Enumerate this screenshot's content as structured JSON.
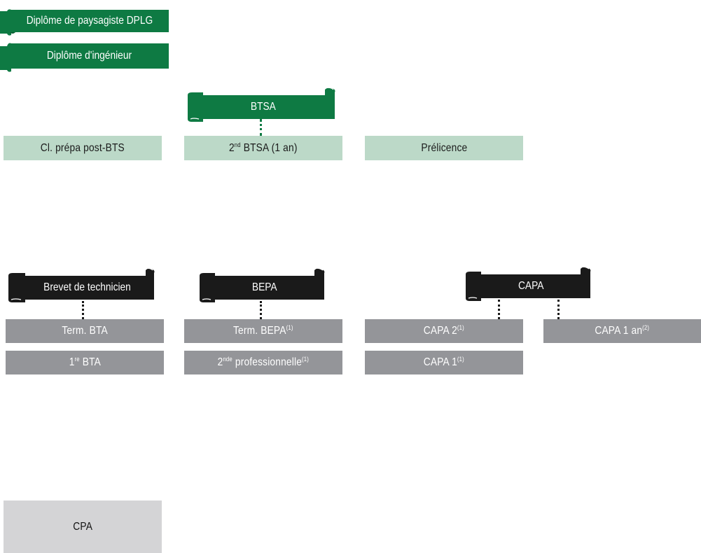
{
  "top_diplomas": [
    {
      "label": "Diplôme de paysagiste DPLG"
    },
    {
      "label": "Diplôme d'ingénieur"
    }
  ],
  "btsa": {
    "label": "BTSA"
  },
  "post_bts": [
    {
      "label": "Cl. prépa post-BTS"
    },
    {
      "label_pre": "2",
      "label_sup": "nd",
      "label_post": " BTSA (1 an)"
    },
    {
      "label": "Prélicence"
    }
  ],
  "diplomas_mid": [
    {
      "label": "Brevet de technicien"
    },
    {
      "label": "BEPA"
    },
    {
      "label": "CAPA"
    }
  ],
  "classes": {
    "term_bta": "Term. BTA",
    "first_bta_pre": "1",
    "first_bta_sup": "re",
    "first_bta_post": " BTA",
    "term_bepa": "Term. BEPA",
    "term_bepa_note": "(1)",
    "seconde_pre": "2",
    "seconde_sup": "nde",
    "seconde_post": " professionnelle",
    "seconde_note": "(1)",
    "capa2": "CAPA 2",
    "capa2_note": "(1)",
    "capa1": "CAPA 1",
    "capa1_note": "(1)",
    "capa_1an": "CAPA 1 an",
    "capa_1an_note": "(2)"
  },
  "cpa": {
    "label": "CPA"
  },
  "colors": {
    "ribbon_green": "#0e7a43",
    "ribbon_black": "#1a1a1a",
    "box_light_green": "#bcd9c8",
    "box_gray": "#949599",
    "box_pale": "#d4d4d6"
  }
}
